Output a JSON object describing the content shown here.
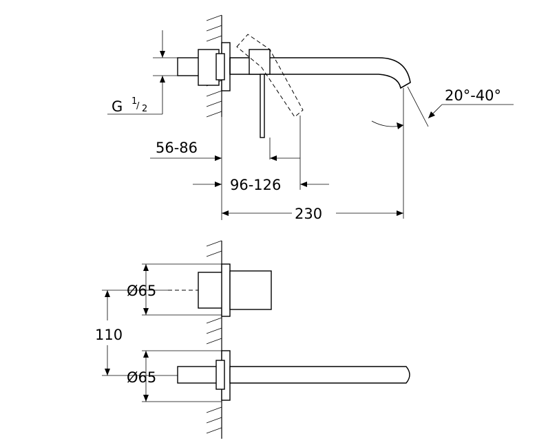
{
  "dimensions": {
    "thread": "G",
    "thread_num": "1",
    "thread_den": "2",
    "depth_range": "56-86",
    "lever_range": "96-126",
    "spout_length": "230",
    "angle_range": "20°-40°",
    "diameter_upper": "Ø65",
    "diameter_lower": "Ø65",
    "spacing": "110"
  }
}
